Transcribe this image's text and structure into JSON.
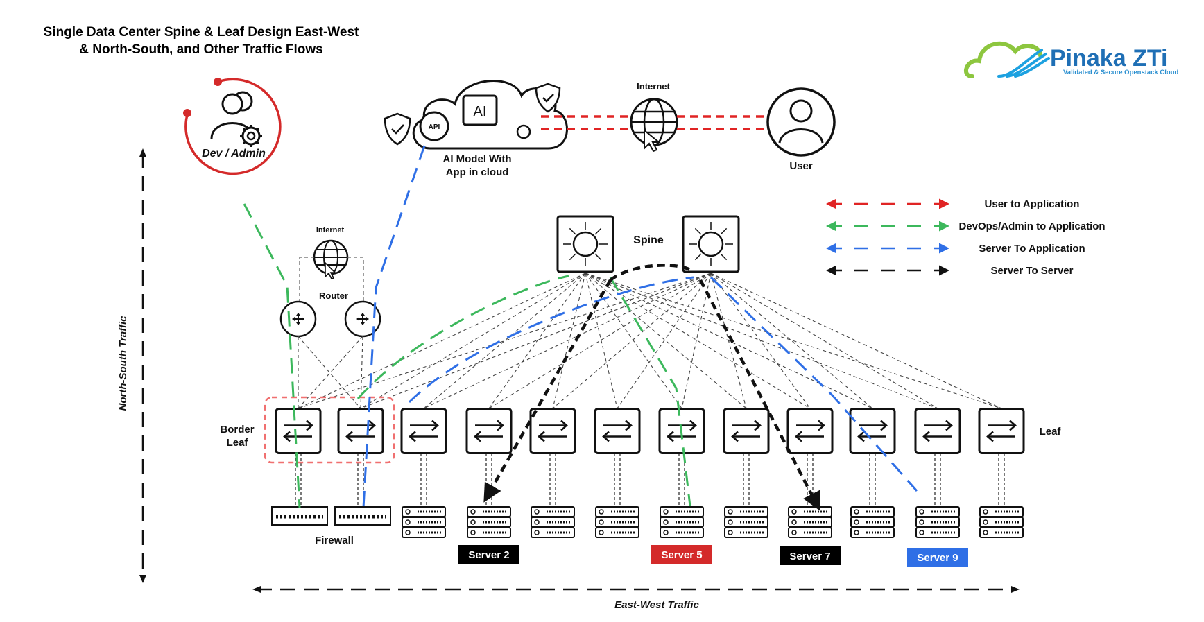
{
  "title": {
    "line1": "Single Data Center Spine & Leaf Design East-West",
    "line2": "& North-South, and Other Traffic Flows"
  },
  "logo": {
    "name": "Pinaka ZTi",
    "tagline": "Validated & Secure Openstack Cloud",
    "colors": {
      "text": "#1f6fb5",
      "tagline": "#2a8fd0",
      "cloud_green": "#8dc63f",
      "swoosh_blue": "#1da1e0"
    }
  },
  "labels": {
    "dev_admin": "Dev / Admin",
    "ai_model_line1": "AI Model With",
    "ai_model_line2": "App in cloud",
    "ai_chip": "AI",
    "api": "API",
    "internet_top": "Internet",
    "internet_router": "Internet",
    "user": "User",
    "spine": "Spine",
    "router": "Router",
    "border_leaf_line1": "Border",
    "border_leaf_line2": "Leaf",
    "leaf": "Leaf",
    "firewall": "Firewall",
    "north_south": "North-South Traffic",
    "east_west": "East-West Traffic"
  },
  "legend": [
    {
      "label": "User to Application",
      "color": "#e02424"
    },
    {
      "label": "DevOps/Admin to Application",
      "color": "#3cb85c"
    },
    {
      "label": "Server To Application",
      "color": "#2f6fe6"
    },
    {
      "label": "Server To Server",
      "color": "#111111"
    }
  ],
  "server_tags": [
    {
      "text": "Server 2",
      "bg": "#000000"
    },
    {
      "text": "Server 5",
      "bg": "#d42a2a"
    },
    {
      "text": "Server 7",
      "bg": "#000000"
    },
    {
      "text": "Server 9",
      "bg": "#2f6fe6"
    }
  ],
  "colors": {
    "red": "#e02424",
    "green": "#3cb85c",
    "blue": "#2f6fe6",
    "black": "#111111",
    "dev_ring": "#d42a2a",
    "border_box": "#f07070"
  }
}
